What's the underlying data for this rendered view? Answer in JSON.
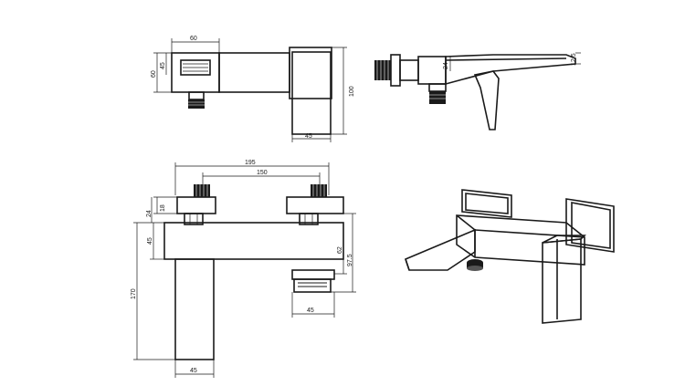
{
  "dimensions": {
    "top_view": {
      "width": "60",
      "depth": "60",
      "inner": "45",
      "height": "100",
      "spout_width": "45"
    },
    "side_view": {
      "depth": "24",
      "spout_tip": "12.5"
    },
    "front_view": {
      "overall": "195",
      "centers": "150",
      "nut": "18",
      "body_top": "24",
      "body_height": "45",
      "outlet_height": "62",
      "outlet_total": "97.5",
      "outlet_width": "45",
      "lever_height": "170",
      "lever_width": "45"
    }
  }
}
